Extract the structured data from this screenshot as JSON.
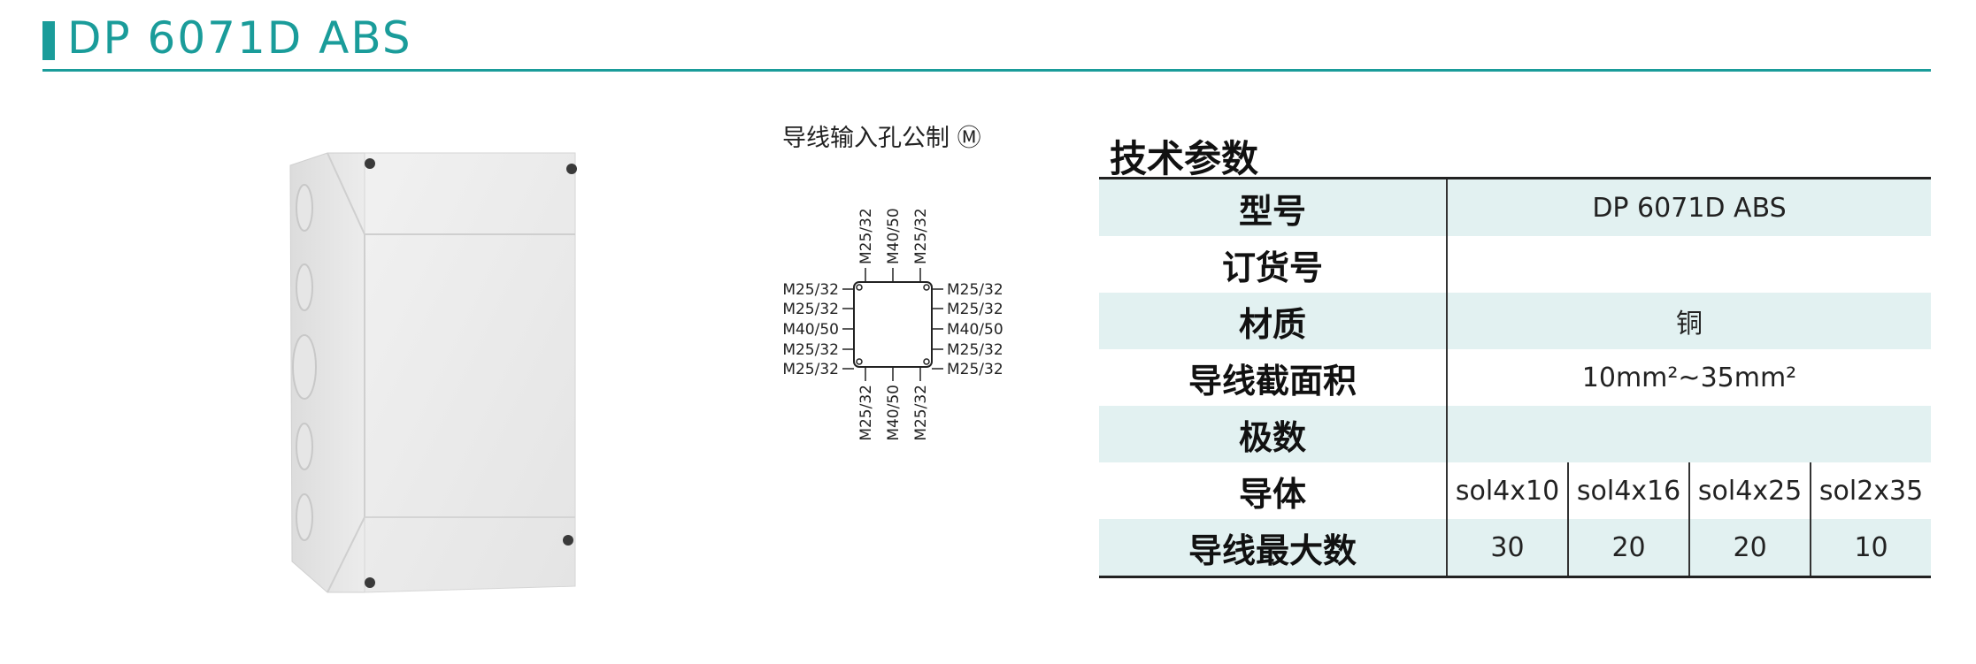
{
  "header": {
    "title": "DP 6071D ABS"
  },
  "diagram": {
    "caption": "导线输入孔公制 Ⓜ",
    "top_ports": [
      "M25/32",
      "M40/50",
      "M25/32"
    ],
    "bottom_ports": [
      "M25/32",
      "M40/50",
      "M25/32"
    ],
    "left_ports": [
      "M25/32",
      "M25/32",
      "M40/50",
      "M25/32",
      "M25/32"
    ],
    "right_ports": [
      "M25/32",
      "M25/32",
      "M40/50",
      "M25/32",
      "M25/32"
    ]
  },
  "spec": {
    "heading": "技术参数",
    "rows": {
      "model": {
        "label": "型号",
        "value": "DP 6071D ABS"
      },
      "order_no": {
        "label": "订货号",
        "value": ""
      },
      "material": {
        "label": "材质",
        "value": "铜"
      },
      "cross_section": {
        "label": "导线截面积",
        "value": "10mm²~35mm²"
      },
      "poles": {
        "label": "极数",
        "value": ""
      },
      "conductor": {
        "label": "导体",
        "values": [
          "sol4x10",
          "sol4x16",
          "sol4x25",
          "sol2x35"
        ]
      },
      "max_wires": {
        "label": "导线最大数",
        "values": [
          "30",
          "20",
          "20",
          "10"
        ]
      }
    }
  }
}
